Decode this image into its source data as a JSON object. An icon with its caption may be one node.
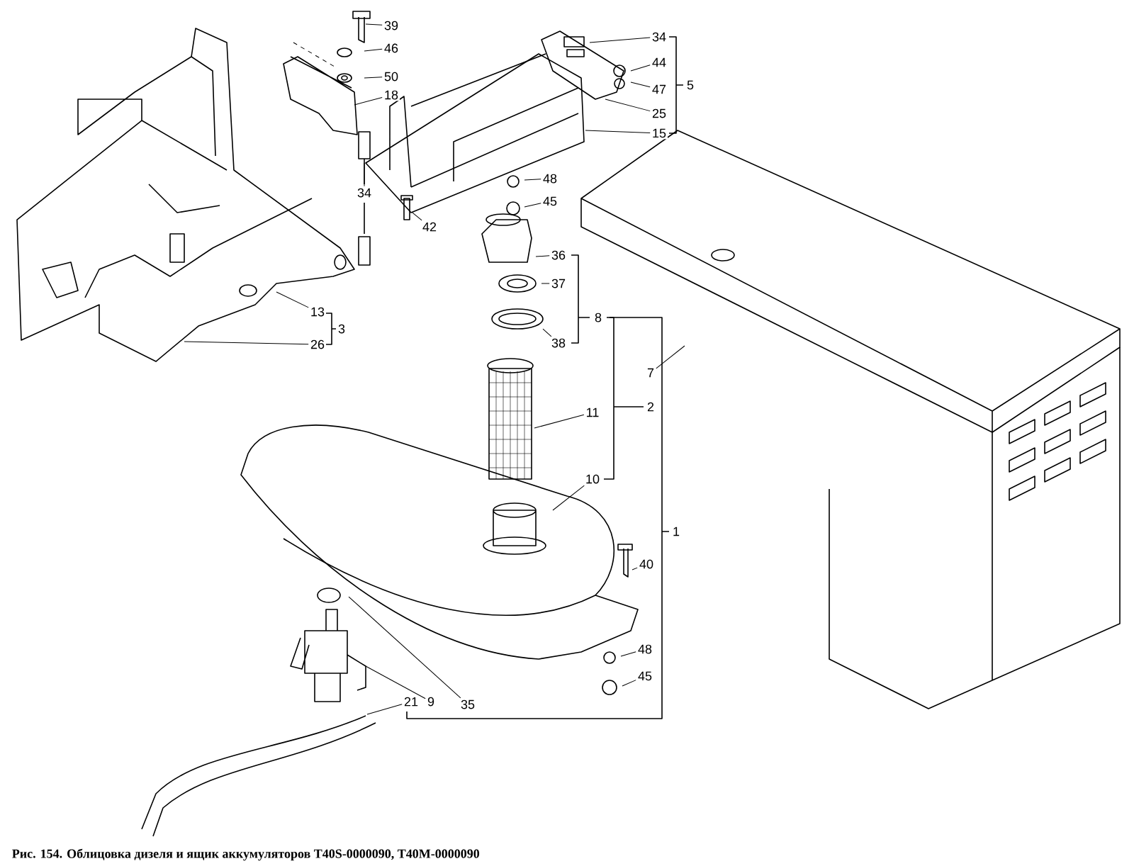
{
  "diagram": {
    "caption": "Рис. 154. Облицовка дизеля и ящик аккумуляторов Т40S-0000090, Т40М-0000090",
    "nodes": [
      {
        "text": [
          "39"
        ]
      },
      {
        "text": [
          "46"
        ]
      },
      {
        "text": [
          "50"
        ]
      },
      {
        "text": [
          "18"
        ]
      },
      {
        "text": [
          "34"
        ]
      },
      {
        "text": [
          "42"
        ]
      },
      {
        "text": [
          "34"
        ]
      },
      {
        "text": [
          "44"
        ]
      },
      {
        "text": [
          "47"
        ]
      },
      {
        "text": [
          "25"
        ]
      },
      {
        "text": [
          "15"
        ]
      },
      {
        "text": [
          "48"
        ]
      },
      {
        "text": [
          "45"
        ]
      },
      {
        "text": [
          "36"
        ]
      },
      {
        "text": [
          "37"
        ]
      },
      {
        "text": [
          "38"
        ]
      },
      {
        "text": [
          "13"
        ]
      },
      {
        "text": [
          "26"
        ]
      },
      {
        "text": [
          "7"
        ]
      },
      {
        "text": [
          "11"
        ]
      },
      {
        "text": [
          "10"
        ]
      },
      {
        "text": [
          "40"
        ]
      },
      {
        "text": [
          "48"
        ]
      },
      {
        "text": [
          "45"
        ]
      },
      {
        "text": [
          "21"
        ]
      },
      {
        "text": [
          "9"
        ]
      },
      {
        "text": [
          "35"
        ]
      }
    ],
    "edges": [
      {
        "from": 0,
        "to": null,
        "arrow": "none"
      },
      {
        "from": 1,
        "to": null,
        "arrow": "none"
      },
      {
        "from": 2,
        "to": null,
        "arrow": "none"
      },
      {
        "from": 3,
        "to": null,
        "arrow": "none"
      },
      {
        "from": 4,
        "to": null,
        "arrow": "none"
      },
      {
        "from": 5,
        "to": null,
        "arrow": "none"
      },
      {
        "from": 6,
        "to": null,
        "arrow": "none"
      },
      {
        "from": 7,
        "to": null,
        "arrow": "none"
      },
      {
        "from": 8,
        "to": null,
        "arrow": "none"
      },
      {
        "from": 9,
        "to": null,
        "arrow": "none"
      },
      {
        "from": 10,
        "to": null,
        "arrow": "none"
      },
      {
        "from": 11,
        "to": null,
        "arrow": "none"
      },
      {
        "from": 12,
        "to": null,
        "arrow": "none"
      },
      {
        "from": 13,
        "to": null,
        "arrow": "none"
      },
      {
        "from": 14,
        "to": null,
        "arrow": "none"
      },
      {
        "from": 15,
        "to": null,
        "arrow": "none"
      },
      {
        "from": 16,
        "to": null,
        "arrow": "none"
      },
      {
        "from": 17,
        "to": null,
        "arrow": "none"
      },
      {
        "from": 18,
        "to": null,
        "arrow": "none"
      },
      {
        "from": 19,
        "to": null,
        "arrow": "none"
      },
      {
        "from": 20,
        "to": null,
        "arrow": "none"
      },
      {
        "from": 21,
        "to": null,
        "arrow": "none"
      },
      {
        "from": 22,
        "to": null,
        "arrow": "none"
      },
      {
        "from": 23,
        "to": null,
        "arrow": "none"
      },
      {
        "from": 24,
        "to": null,
        "arrow": "none"
      },
      {
        "from": 25,
        "to": null,
        "arrow": "none"
      },
      {
        "from": 26,
        "to": null,
        "arrow": "none"
      }
    ],
    "labels": [
      "5",
      "8",
      "3",
      "2",
      "1"
    ]
  }
}
